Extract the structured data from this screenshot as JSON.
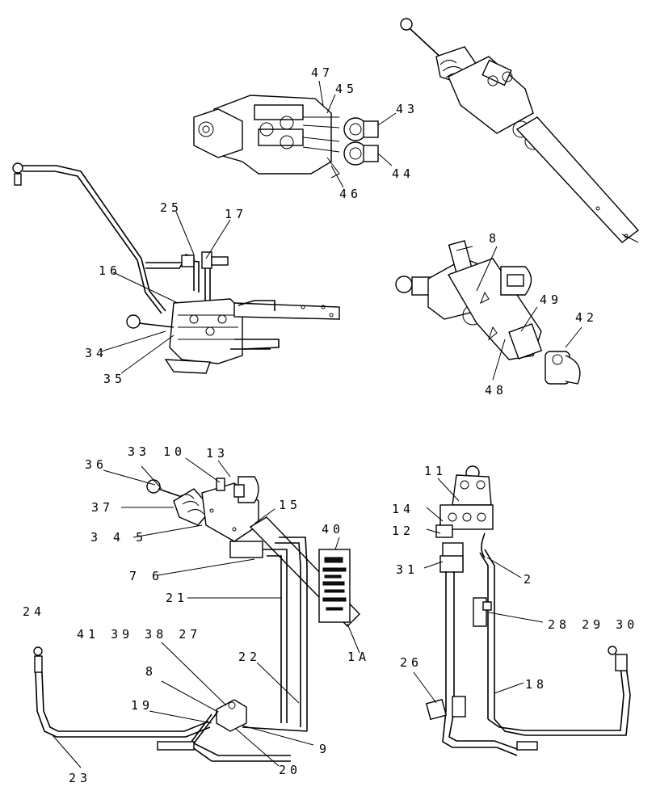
{
  "callouts": {
    "c47": "47",
    "c45": "45",
    "c43": "43",
    "c44": "44",
    "c46": "46",
    "c25": "25",
    "c17": "17",
    "c16": "16",
    "c34": "34",
    "c35": "35",
    "c8a": "8",
    "c49": "49",
    "c42": "42",
    "c48": "48",
    "c33": "33",
    "c10": "10",
    "c13": "13",
    "c36": "36",
    "c37": "37",
    "c15": "15",
    "c345": "3 4 5",
    "c40": "40",
    "c76": "7 6",
    "c21": "21",
    "c24": "24",
    "c41": "41 39 38 27",
    "c22": "22",
    "c1A": "1A",
    "c8b": "8",
    "c19": "19",
    "c9": "9",
    "c20": "20",
    "c23": "23",
    "c11": "11",
    "c14": "14",
    "c12": "12",
    "c31": "31",
    "c2": "2",
    "c28": "28 29 30",
    "c26": "26",
    "c18": "18"
  }
}
